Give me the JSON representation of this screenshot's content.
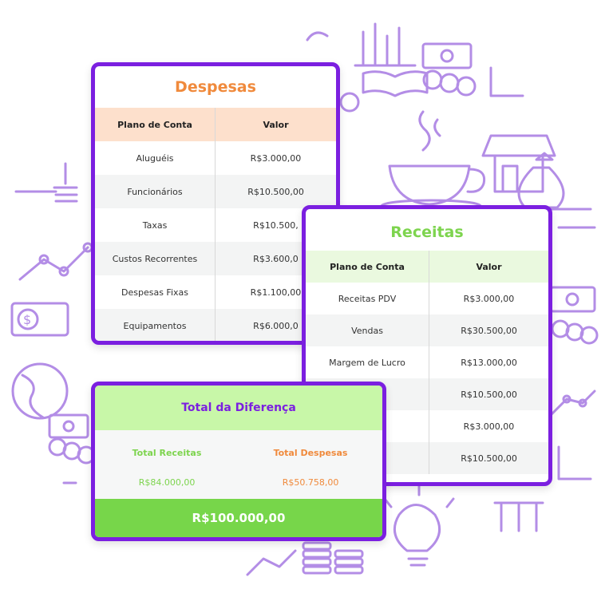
{
  "colors": {
    "accent_purple": "#7b1fe0",
    "despesas_orange": "#f08a3c",
    "receitas_green": "#7dd44e",
    "total_green": "#77d64a",
    "illustration_lilac": "#b38de6"
  },
  "background": {
    "icons": [
      "money-bill-icon",
      "coins-icon",
      "coffee-cup-icon",
      "storefront-icon",
      "money-bag-icon",
      "line-chart-icon",
      "bar-chart-icon",
      "lightbulb-icon",
      "globe-icon",
      "book-icon"
    ]
  },
  "despesas": {
    "title": "Despesas",
    "headers": [
      "Plano de Conta",
      "Valor"
    ],
    "rows": [
      [
        "Aluguéis",
        "R$3.000,00"
      ],
      [
        "Funcionários",
        "R$10.500,00"
      ],
      [
        "Taxas",
        "R$10.500,"
      ],
      [
        "Custos Recorrentes",
        "R$3.600,0"
      ],
      [
        "Despesas Fixas",
        "R$1.100,00"
      ],
      [
        "Equipamentos",
        "R$6.000,0"
      ]
    ]
  },
  "receitas": {
    "title": "Receitas",
    "headers": [
      "Plano de Conta",
      "Valor"
    ],
    "rows": [
      [
        "Receitas PDV",
        "R$3.000,00"
      ],
      [
        "Vendas",
        "R$30.500,00"
      ],
      [
        "Margem de Lucro",
        "R$13.000,00"
      ],
      [
        "",
        "R$10.500,00"
      ],
      [
        "",
        "R$3.000,00"
      ],
      [
        "",
        "R$10.500,00"
      ]
    ]
  },
  "total": {
    "title": "Total da Diferença",
    "receitas_label": "Total Receitas",
    "receitas_value": "R$84.000,00",
    "despesas_label": "Total Despesas",
    "despesas_value": "R$50.758,00",
    "grand_total": "R$100.000,00"
  }
}
